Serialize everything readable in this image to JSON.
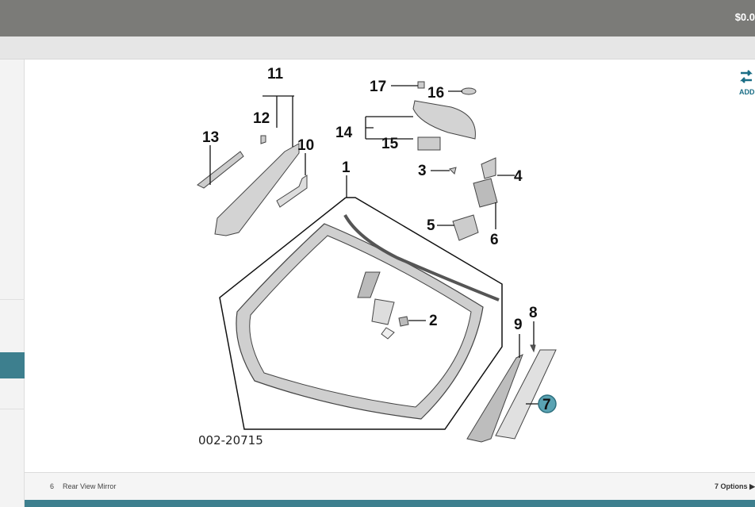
{
  "header": {
    "price": "$0.0"
  },
  "diagram": {
    "code": "002-20715",
    "callouts": [
      "1",
      "2",
      "3",
      "4",
      "5",
      "6",
      "7",
      "8",
      "9",
      "10",
      "11",
      "12",
      "13",
      "14",
      "15",
      "16",
      "17"
    ],
    "highlighted": "7",
    "accent": "#3d7f8e"
  },
  "add": {
    "label": "ADD"
  },
  "footer": {
    "item_number": "6",
    "item_name": "Rear View Mirror",
    "options": "7 Options"
  },
  "icons": {
    "add": "swap-arrows-icon",
    "options": "triangle-right-icon"
  }
}
